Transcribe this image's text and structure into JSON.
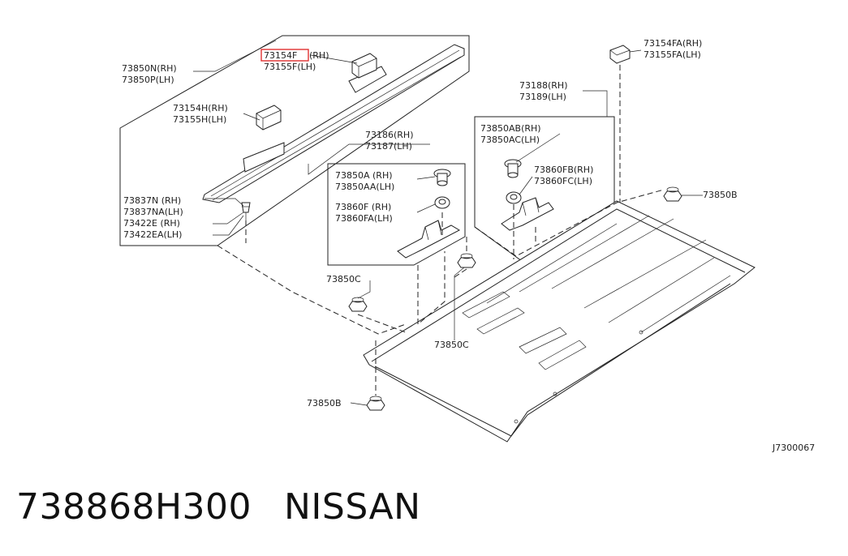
{
  "diagram_code": "J7300067",
  "caption": {
    "part_number": "738868H300",
    "brand": "NISSAN"
  },
  "highlight_color": "#e03030",
  "labels": {
    "l73154F": "73154F",
    "l73154F_side": "(RH)",
    "l73155F": "73155F(LH)",
    "l73850N": "73850N(RH)",
    "l73850P": "73850P(LH)",
    "l73154H": "73154H(RH)",
    "l73155H": "73155H(LH)",
    "l73837N": "73837N (RH)",
    "l73837NA": "73837NA(LH)",
    "l73422E": "73422E (RH)",
    "l73422EA": "73422EA(LH)",
    "l73186": "73186(RH)",
    "l73187": "73187(LH)",
    "l73850A": "73850A (RH)",
    "l73850AA": "73850AA(LH)",
    "l73860F": "73860F (RH)",
    "l73860FA": "73860FA(LH)",
    "l73188": "73188(RH)",
    "l73189": "73189(LH)",
    "l73850AB": "73850AB(RH)",
    "l73850AC": "73850AC(LH)",
    "l73860FB": "73860FB(RH)",
    "l73860FC": "73860FC(LH)",
    "l73154FA": "73154FA(RH)",
    "l73155FA": "73155FA(LH)",
    "l73850B_right": "73850B",
    "l73850C_left": "73850C",
    "l73850C_mid": "73850C",
    "l73850B_bottom": "73850B"
  }
}
